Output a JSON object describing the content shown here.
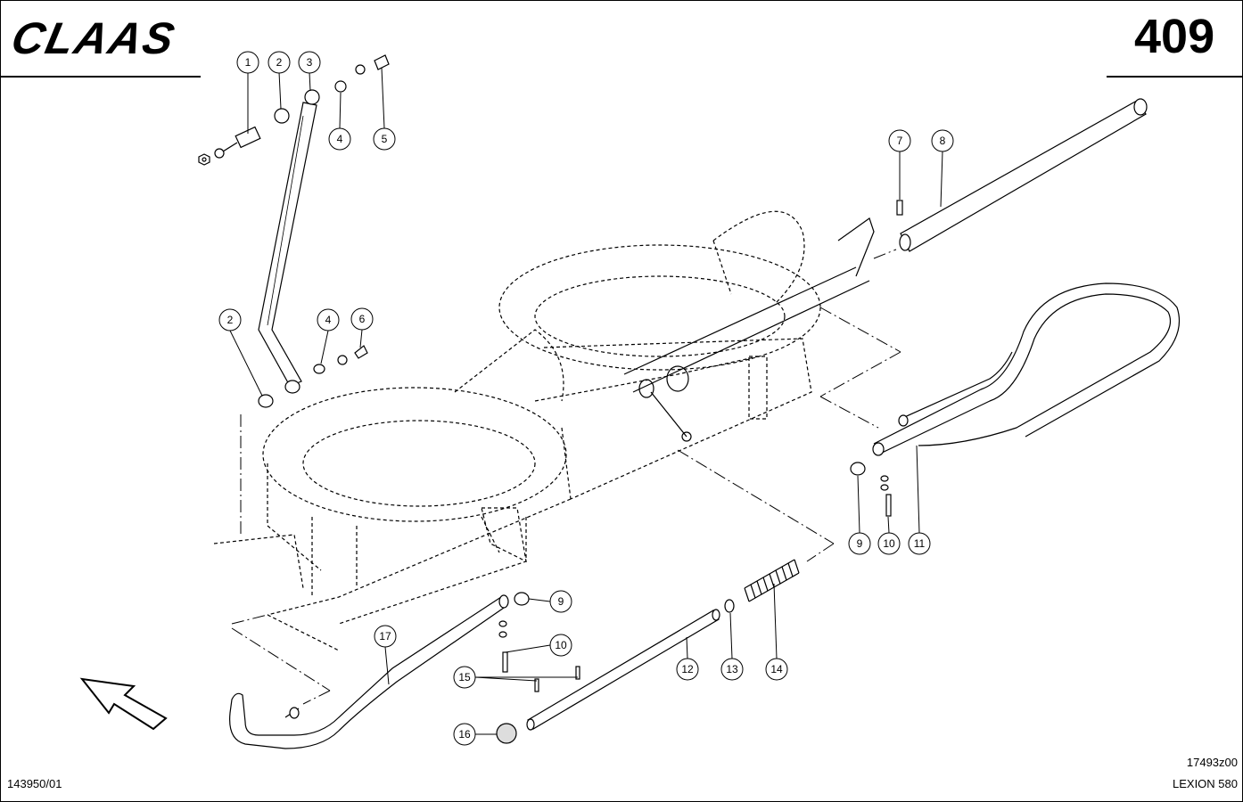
{
  "header": {
    "brand": "CLAAS",
    "page_number": "409"
  },
  "footer": {
    "doc_number": "143950/01",
    "drawing_code": "17493z00",
    "model": "LEXION 580"
  },
  "callouts": [
    {
      "id": "c1",
      "label": "1"
    },
    {
      "id": "c2a",
      "label": "2"
    },
    {
      "id": "c3",
      "label": "3"
    },
    {
      "id": "c4a",
      "label": "4"
    },
    {
      "id": "c5",
      "label": "5"
    },
    {
      "id": "c2b",
      "label": "2"
    },
    {
      "id": "c4b",
      "label": "4"
    },
    {
      "id": "c6",
      "label": "6"
    },
    {
      "id": "c7",
      "label": "7"
    },
    {
      "id": "c8",
      "label": "8"
    },
    {
      "id": "c9a",
      "label": "9"
    },
    {
      "id": "c10a",
      "label": "10"
    },
    {
      "id": "c11",
      "label": "11"
    },
    {
      "id": "c9b",
      "label": "9"
    },
    {
      "id": "c10b",
      "label": "10"
    },
    {
      "id": "c12",
      "label": "12"
    },
    {
      "id": "c13",
      "label": "13"
    },
    {
      "id": "c14",
      "label": "14"
    },
    {
      "id": "c15",
      "label": "15"
    },
    {
      "id": "c16",
      "label": "16"
    },
    {
      "id": "c17",
      "label": "17"
    }
  ]
}
